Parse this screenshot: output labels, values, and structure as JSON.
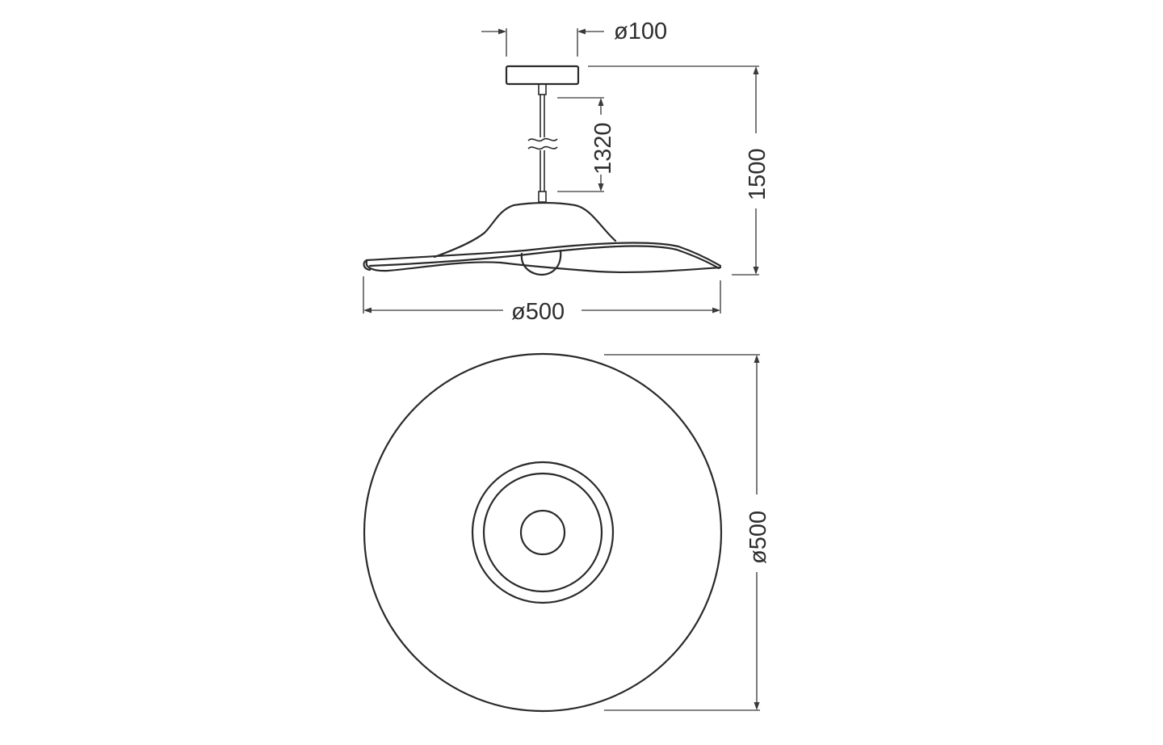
{
  "drawing": {
    "title": "Pendant luminaire dimensional drawing",
    "line_color": "#2a2a2a",
    "dim_color": "#5a5a5a",
    "background": "#ffffff",
    "side_view": {
      "canopy_diameter_label": "ø100",
      "cable_length_label": "1320",
      "total_height_label": "1500",
      "shade_diameter_label": "ø500"
    },
    "top_view": {
      "shade_diameter_label": "ø500"
    }
  }
}
